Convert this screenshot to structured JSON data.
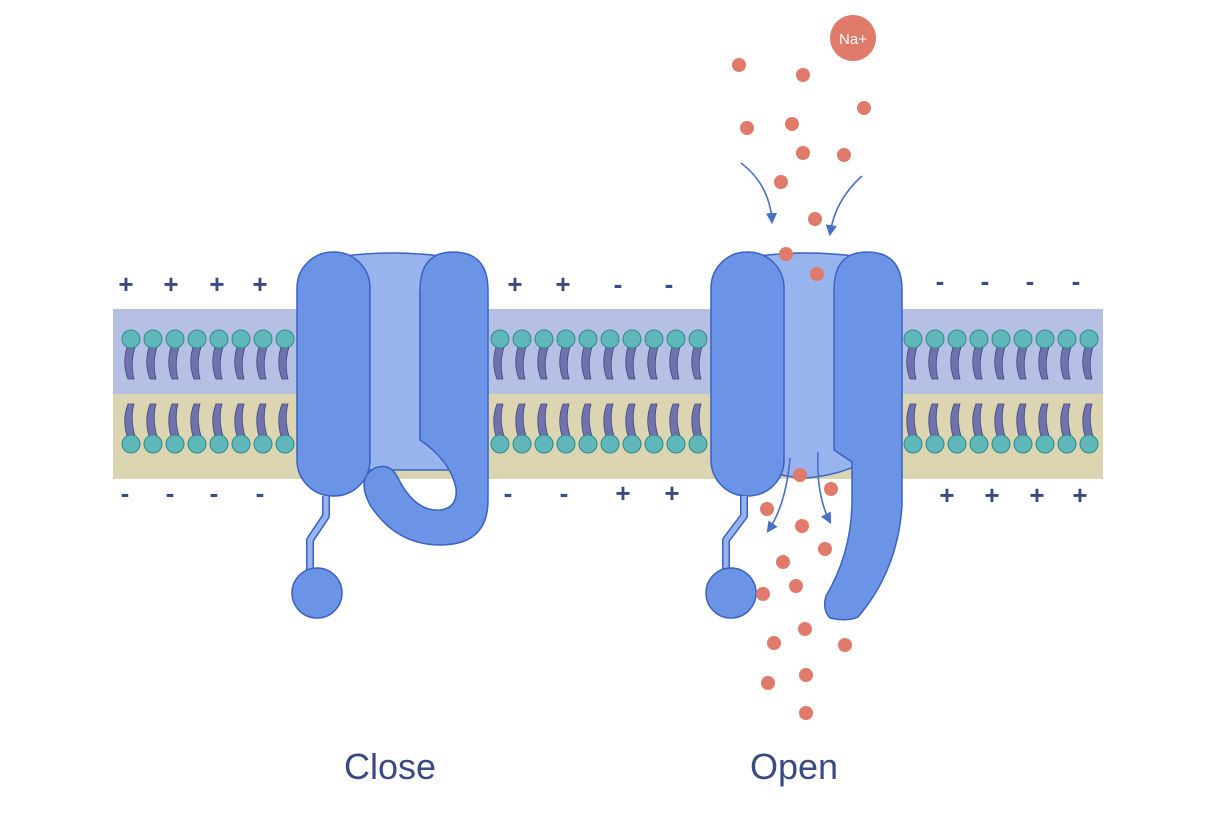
{
  "labels": {
    "closed_channel": "Close",
    "open_channel": "Open",
    "ion": "Na+"
  },
  "charges": {
    "outside_left": [
      "+",
      "+",
      "+",
      "+"
    ],
    "outside_middle": [
      "+",
      "+",
      "-",
      "-"
    ],
    "outside_right": [
      "-",
      "-",
      "-",
      "-"
    ],
    "inside_left": [
      "-",
      "-",
      "-",
      "-"
    ],
    "inside_middle": [
      "-",
      "-",
      "+",
      "+"
    ],
    "inside_right": [
      "+",
      "+",
      "+",
      "+"
    ]
  },
  "colors": {
    "membrane_outer": "#b6c0e4",
    "membrane_inner": "#dbd5b2",
    "phospholipid_head": "#5fb7b9",
    "phospholipid_tail": "#6f72ad",
    "channel_subunit": "#6b93e6",
    "channel_pore": "#97b4ee",
    "channel_outline": "#3a62c2",
    "sodium_ion": "#e07a6a",
    "text": "#3b4a82",
    "flow_arrow": "#4a6fc4"
  }
}
